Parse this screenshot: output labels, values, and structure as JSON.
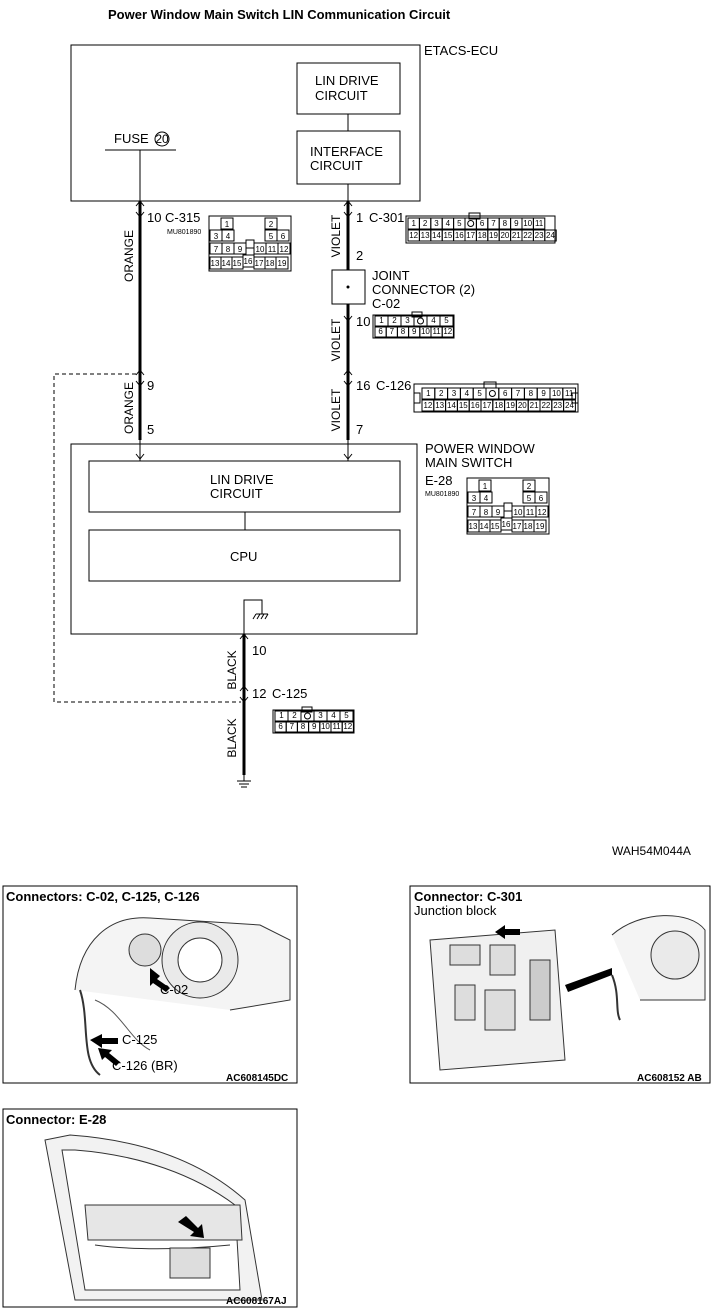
{
  "title": "Power Window Main Switch LIN Communication Circuit",
  "etacs": {
    "label": "ETACS-ECU",
    "lin_drive": [
      "LIN DRIVE",
      "CIRCUIT"
    ],
    "interface": [
      "INTERFACE",
      "CIRCUIT"
    ],
    "fuse_label": "FUSE",
    "fuse_num": "20"
  },
  "wires": {
    "orange": "ORANGE",
    "violet": "VIOLET",
    "black": "BLACK"
  },
  "connectors": {
    "c315": {
      "pin": "10",
      "name": "C-315",
      "part": "MU801890",
      "rows": [
        [
          "1",
          "",
          "",
          "",
          "",
          "2"
        ],
        [
          "3",
          "4",
          "",
          "",
          "5",
          "6"
        ],
        [
          "7",
          "8",
          "9",
          "",
          "10",
          "11",
          "12"
        ],
        [
          "13",
          "14",
          "15",
          "16",
          "17",
          "18",
          "19"
        ]
      ]
    },
    "c301": {
      "pin": "1",
      "name": "C-301",
      "rows": [
        [
          "1",
          "2",
          "3",
          "4",
          "5",
          "",
          "6",
          "7",
          "8",
          "9",
          "10",
          "11"
        ],
        [
          "12",
          "13",
          "14",
          "15",
          "16",
          "17",
          "18",
          "19",
          "20",
          "21",
          "22",
          "23",
          "24"
        ]
      ]
    },
    "joint": {
      "pin_in": "2",
      "pin_out": "10",
      "label": [
        "JOINT",
        "CONNECTOR (2)"
      ],
      "name": "C-02",
      "rows": [
        [
          "1",
          "2",
          "3",
          "",
          "4",
          "5"
        ],
        [
          "6",
          "7",
          "8",
          "9",
          "10",
          "11",
          "12"
        ]
      ]
    },
    "c126": {
      "pin": "16",
      "name": "C-126",
      "rows": [
        [
          "1",
          "2",
          "3",
          "4",
          "5",
          "",
          "6",
          "7",
          "8",
          "9",
          "10",
          "11"
        ],
        [
          "12",
          "13",
          "14",
          "15",
          "16",
          "17",
          "18",
          "19",
          "20",
          "21",
          "22",
          "23",
          "24"
        ]
      ]
    },
    "orange_pin": "9",
    "e28": {
      "pin_orange": "5",
      "pin_violet": "7",
      "name": "E-28",
      "part": "MU801890"
    },
    "black_pin": "10",
    "c125": {
      "pin": "12",
      "name": "C-125",
      "rows": [
        [
          "1",
          "2",
          "",
          "3",
          "4",
          "5"
        ],
        [
          "6",
          "7",
          "8",
          "9",
          "10",
          "11",
          "12"
        ]
      ]
    }
  },
  "pw_switch": {
    "label": [
      "POWER WINDOW",
      "MAIN SWITCH"
    ],
    "lin_drive": [
      "LIN DRIVE",
      "CIRCUIT"
    ],
    "cpu": "CPU"
  },
  "diagram_code": "WAH54M044A",
  "photos": {
    "p1": {
      "title": "Connectors: C-02, C-125, C-126",
      "labels": [
        "C-02",
        "C-125",
        "C-126 (BR)"
      ],
      "code": "AC608145DC"
    },
    "p2": {
      "title": "Connector: C-301",
      "subtitle": "Junction block",
      "code": "AC608152 AB"
    },
    "p3": {
      "title": "Connector: E-28",
      "code": "AC608167AJ"
    }
  }
}
